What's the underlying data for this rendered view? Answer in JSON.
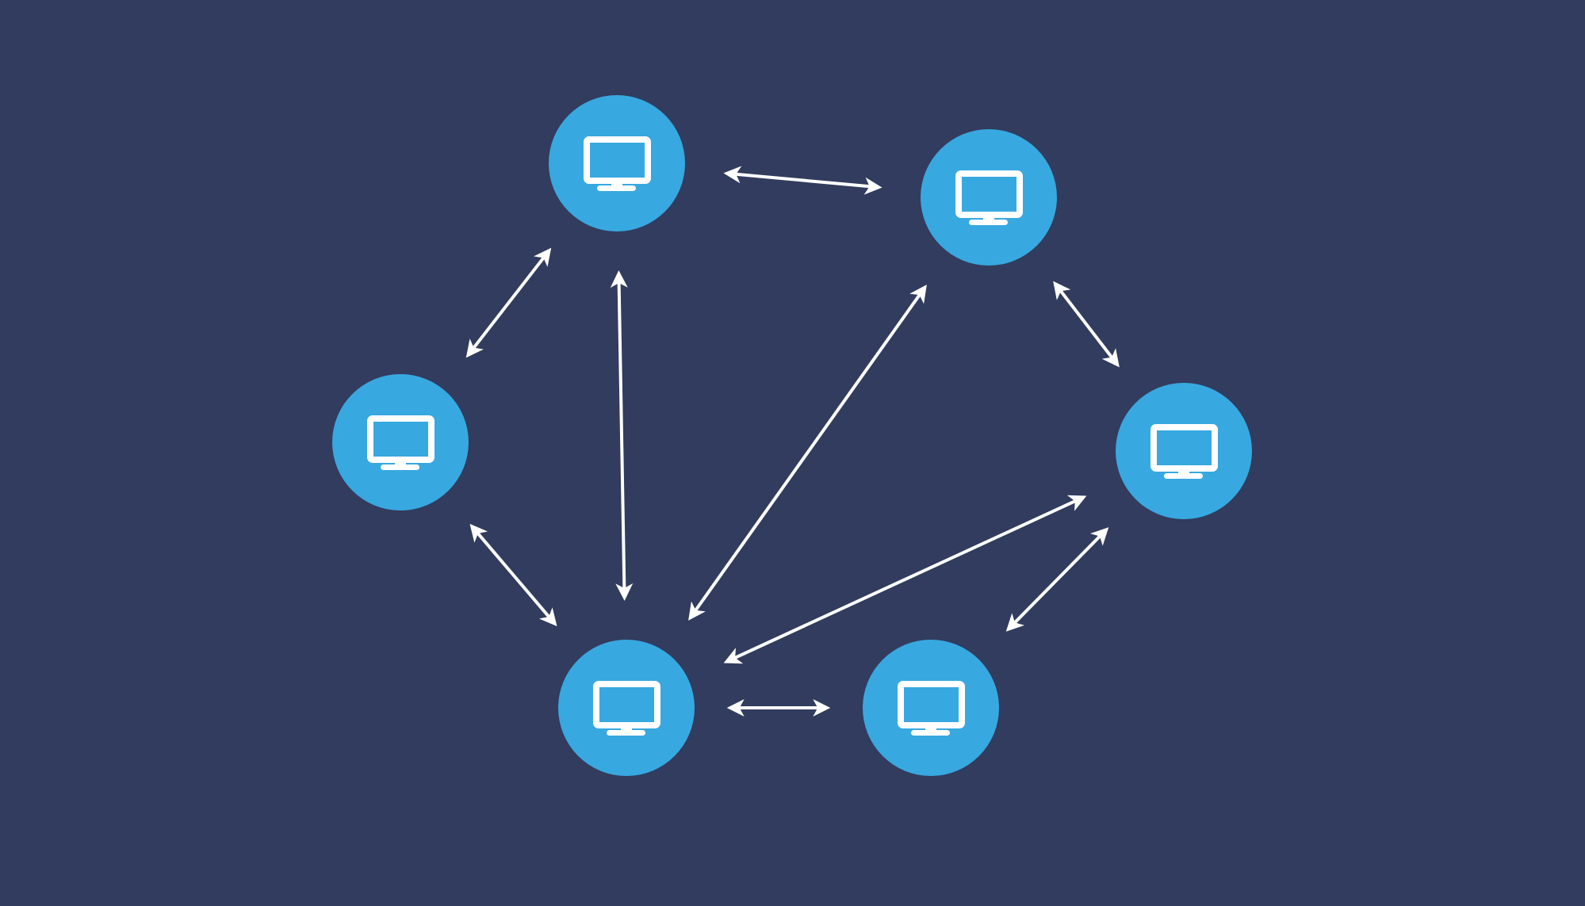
{
  "colors": {
    "background": "#313c5e",
    "node": "#38a8e0",
    "icon": "#ffffff",
    "arrow": "#ffffff"
  },
  "nodes": [
    {
      "id": "top",
      "icon": "monitor-icon"
    },
    {
      "id": "top-right",
      "icon": "monitor-icon"
    },
    {
      "id": "left",
      "icon": "monitor-icon"
    },
    {
      "id": "right",
      "icon": "monitor-icon"
    },
    {
      "id": "bottom",
      "icon": "monitor-icon"
    },
    {
      "id": "bottom-right",
      "icon": "monitor-icon"
    }
  ],
  "edges": [
    {
      "from": "top",
      "to": "top-right",
      "direction": "both"
    },
    {
      "from": "left",
      "to": "top",
      "direction": "both"
    },
    {
      "from": "top",
      "to": "bottom",
      "direction": "both"
    },
    {
      "from": "bottom",
      "to": "top-right",
      "direction": "both"
    },
    {
      "from": "top-right",
      "to": "right",
      "direction": "both"
    },
    {
      "from": "bottom",
      "to": "right",
      "direction": "both"
    },
    {
      "from": "left",
      "to": "bottom",
      "direction": "both"
    },
    {
      "from": "bottom",
      "to": "bottom-right",
      "direction": "both"
    },
    {
      "from": "bottom-right",
      "to": "right",
      "direction": "both"
    }
  ]
}
